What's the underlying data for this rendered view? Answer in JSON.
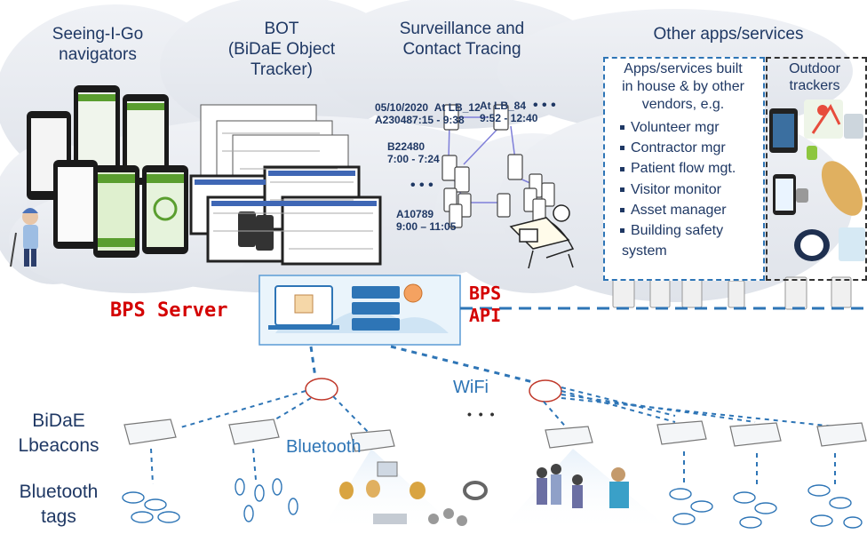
{
  "groups": {
    "seeing": "Seeing-I-Go\nnavigators",
    "bot": "BOT\n(BiDaE Object\nTracker)",
    "surveillance": "Surveillance and\nContact Tracing",
    "other": "Other apps/services"
  },
  "apps_box": {
    "title": "Apps/services built\nin house & by other\nvendors, e.g.",
    "items": [
      "Volunteer mgr",
      "Contractor mgr",
      "Patient flow mgt.",
      "Visitor monitor",
      "Asset manager",
      "Building safety",
      "system"
    ]
  },
  "outdoor": "Outdoor\ntrackers",
  "server": "BPS Server",
  "api": "BPS\nAPI",
  "wifi": "WiFi",
  "bluetooth": "Bluetooth",
  "dots": "• • •",
  "lbeacons": "BiDaE\nLbeacons",
  "tags": "Bluetooth\ntags",
  "tracing": {
    "date": "05/10/2020",
    "lb12": "At LB_12",
    "id1": "A230487:15 - 9:38",
    "lb84": "At LB_84",
    "t84": "9:52 - 12:40",
    "b": "B22480",
    "bt": "7:00 - 7:24",
    "a2": "A10789",
    "a2t": "9:00 – 11:05",
    "dots1": "• • •",
    "dots2": "• • •"
  },
  "colors": {
    "accent": "#2e75b6",
    "server_label": "#d40000",
    "text": "#1f3864",
    "cloud": "#e9ecf2"
  }
}
